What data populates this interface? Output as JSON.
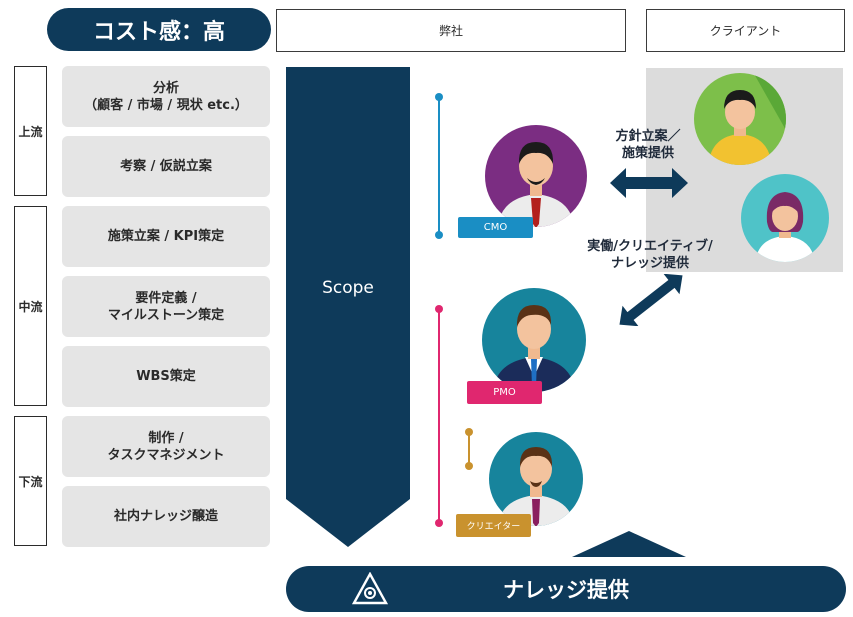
{
  "cost_title": "コスト感：高",
  "header": {
    "company": "弊社",
    "client": "クライアント"
  },
  "phases": [
    {
      "label": "上流"
    },
    {
      "label": "中流"
    },
    {
      "label": "下流"
    }
  ],
  "tasks": [
    "分析\n（顧客 / 市場 / 現状 etc.）",
    "考察 / 仮説立案",
    "施策立案 / KPI策定",
    "要件定義 /\nマイルストーン策定",
    "WBS策定",
    "制作 /\nタスクマネジメント",
    "社内ナレッジ醸造"
  ],
  "scope_label": "Scope",
  "roles": {
    "cmo": "CMO",
    "pmo": "PMO",
    "creator": "クリエイター"
  },
  "notes": {
    "strategy": "方針立案／\n施策提供",
    "execution": "実働/クリエイティブ/\nナレッジ提供"
  },
  "knowledge_bar": "ナレッジ提供",
  "colors": {
    "navy": "#0e3a5a",
    "cmo_bg": "#7b2d82",
    "pmo_bg": "#17849c",
    "creator_bg": "#17849c",
    "client_bg": "#dcdcdc",
    "cmo_tag": "#1a8ec4",
    "pmo_tag": "#e0276f",
    "creator_tag": "#c9922e"
  }
}
